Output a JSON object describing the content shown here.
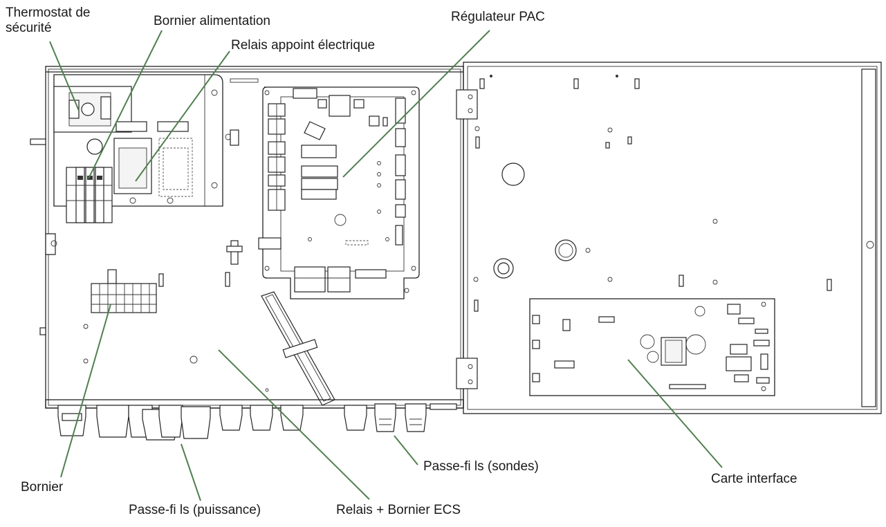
{
  "labels": [
    "Thermostat de sécurité",
    "Bornier alimentation",
    "Relais appoint électrique",
    "Régulateur PAC",
    "Passe-fi ls (sondes)",
    "Bornier",
    "Carte interface",
    "Passe-fi ls (puissance)",
    "Relais + Bornier ECS"
  ],
  "colors": {
    "leader": "#4f7f4f",
    "outline": "#222222",
    "background": "#ffffff"
  }
}
